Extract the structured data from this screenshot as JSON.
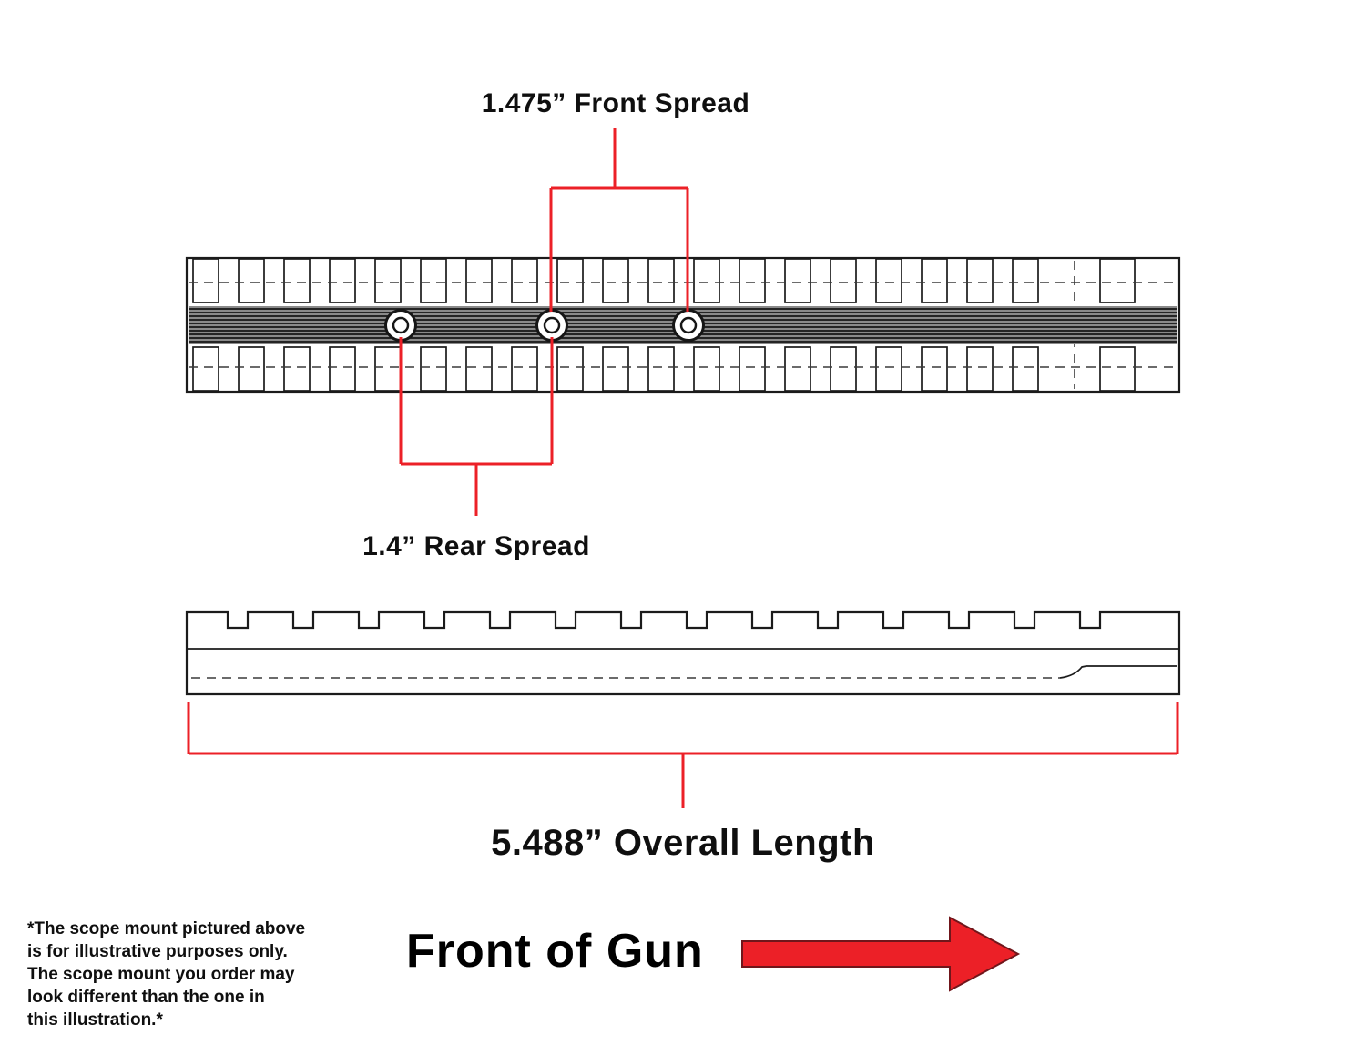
{
  "diagram": {
    "front_spread_label": "1.475” Front Spread",
    "rear_spread_label": "1.4” Rear Spread",
    "overall_length_label": "5.488” Overall Length",
    "front_of_gun_label": "Front of Gun",
    "disclaimer_lines": [
      "*The scope mount pictured above",
      "is for illustrative purposes only.",
      "The scope mount you order may",
      "look different than the one in",
      "this illustration.*"
    ]
  },
  "measurements": {
    "front_spread": "1.475”",
    "rear_spread": "1.4”",
    "overall_length": "5.488”"
  },
  "colors": {
    "dimension_red": "#ec2027",
    "line_black": "#1b1b1b"
  }
}
